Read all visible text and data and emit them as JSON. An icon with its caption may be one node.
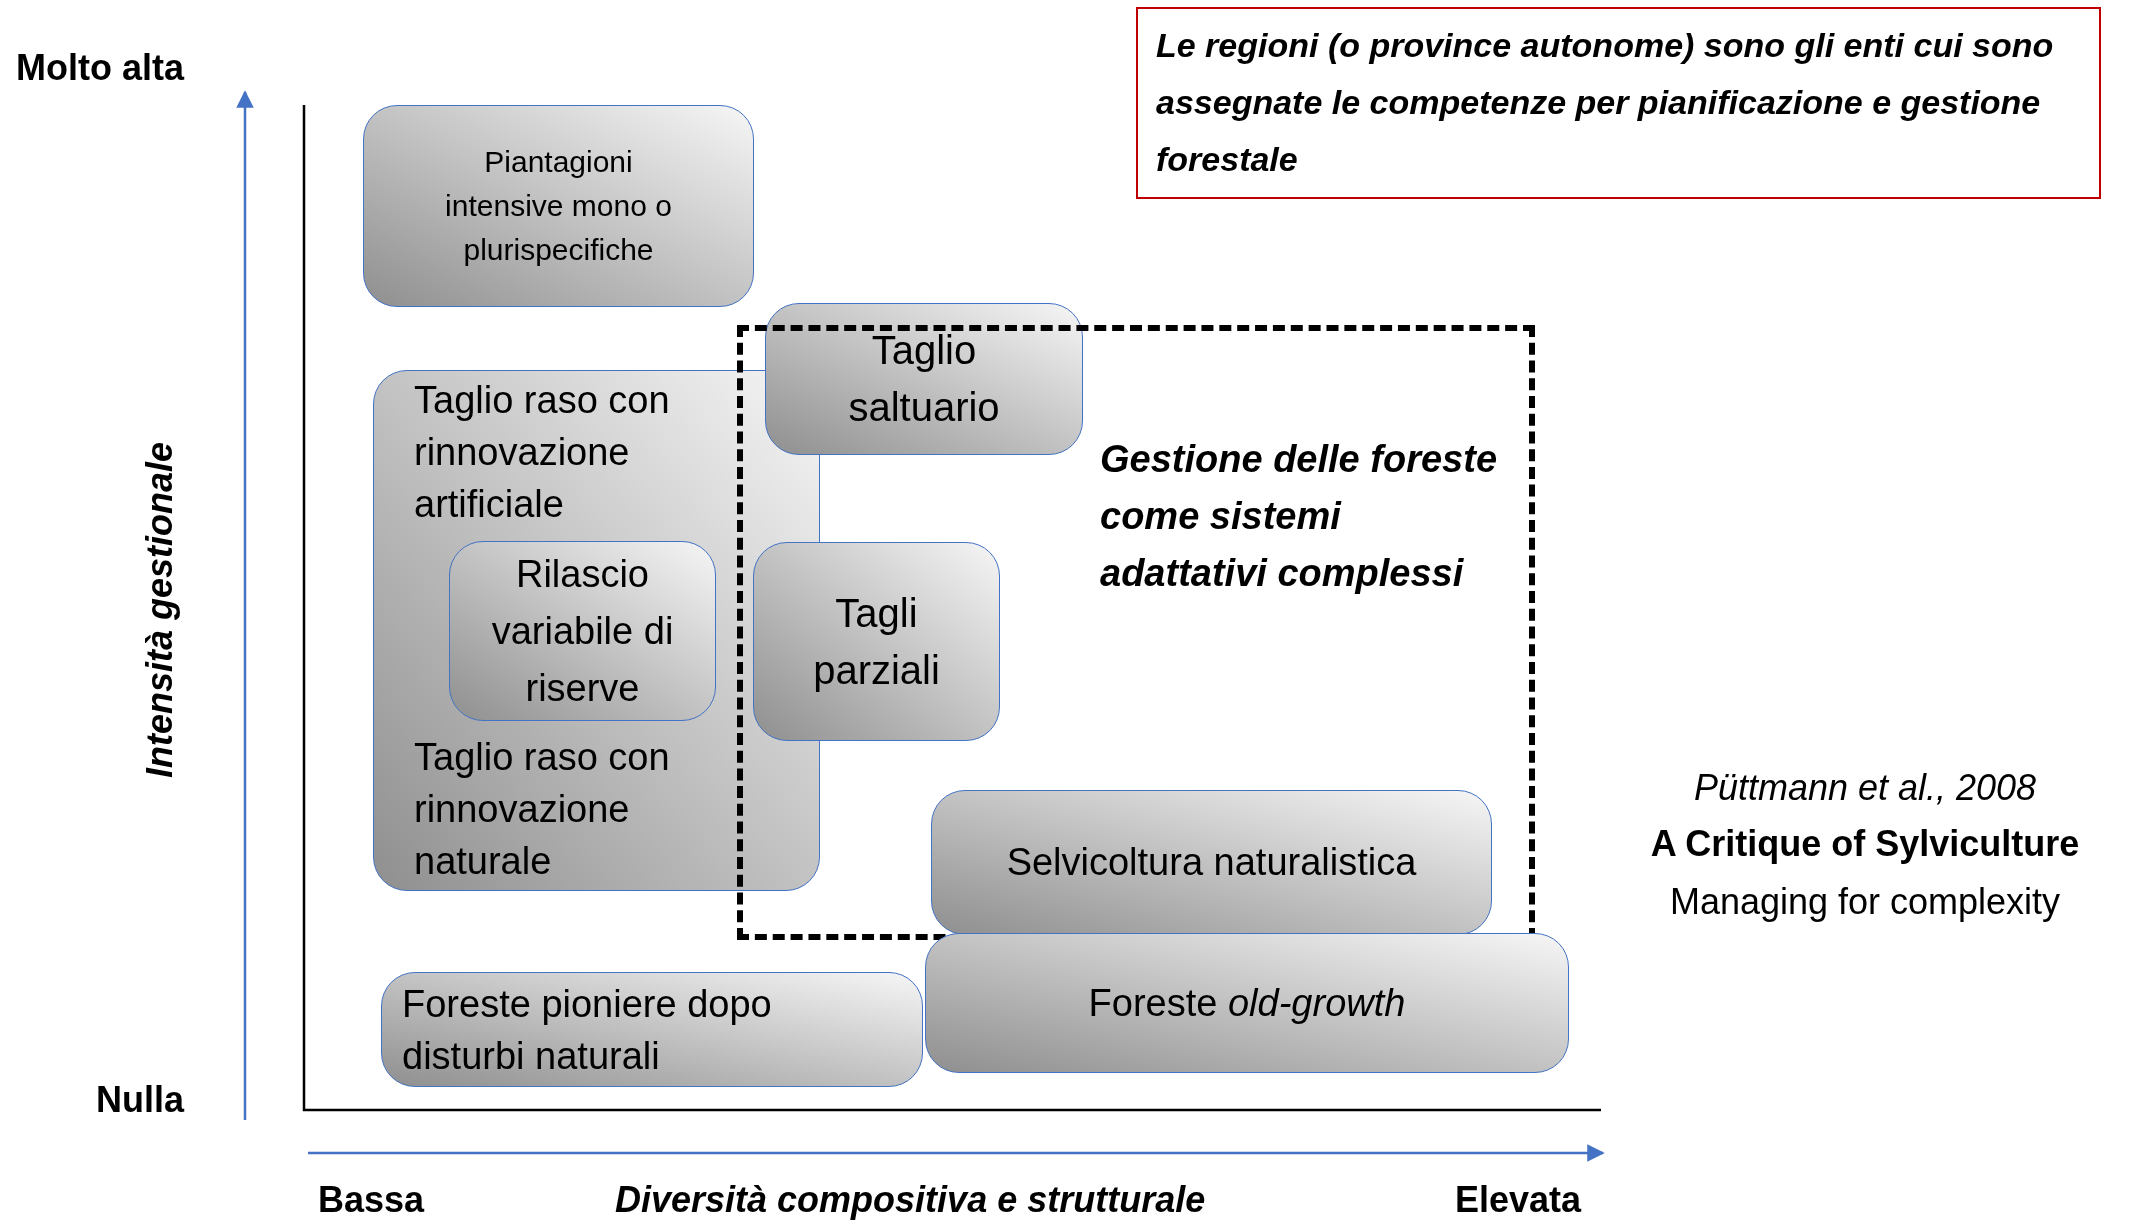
{
  "diagram": {
    "nodes": [
      {
        "text": [
          "Piantagioni intensive mono o plurispecifiche"
        ]
      },
      {
        "text": [
          "Taglio raso con rinnovazione artificiale",
          "Taglio raso con rinnovazione naturale"
        ]
      },
      {
        "text": [
          "Rilascio variabile di riserve"
        ],
        "in": 1
      },
      {
        "text": [
          "Taglio saltuario"
        ]
      },
      {
        "text": [
          "Gestione delle foreste come sistemi adattativi complessi"
        ]
      },
      {
        "text": [
          "Tagli parziali"
        ],
        "in": 4
      },
      {
        "text": [
          "Selvicoltura naturalistica"
        ],
        "in": 4
      },
      {
        "text": [
          "Foreste pioniere dopo disturbi naturali"
        ]
      },
      {
        "text": [
          "Foreste *old-growth*"
        ]
      },
      {
        "text": [
          "Le regioni (o province autonome) sono gli enti cui sono assegnate le competenze per pianificazione e gestione forestale"
        ]
      }
    ],
    "labels": [
      "Molto alta",
      "Intensità gestionale",
      "Nulla",
      "Bassa",
      "Diversità compositiva e strutturale",
      "Elevata",
      "Püttmann et al., 2008",
      "A Critique of Sylviculture",
      "Managing for complexity"
    ]
  }
}
